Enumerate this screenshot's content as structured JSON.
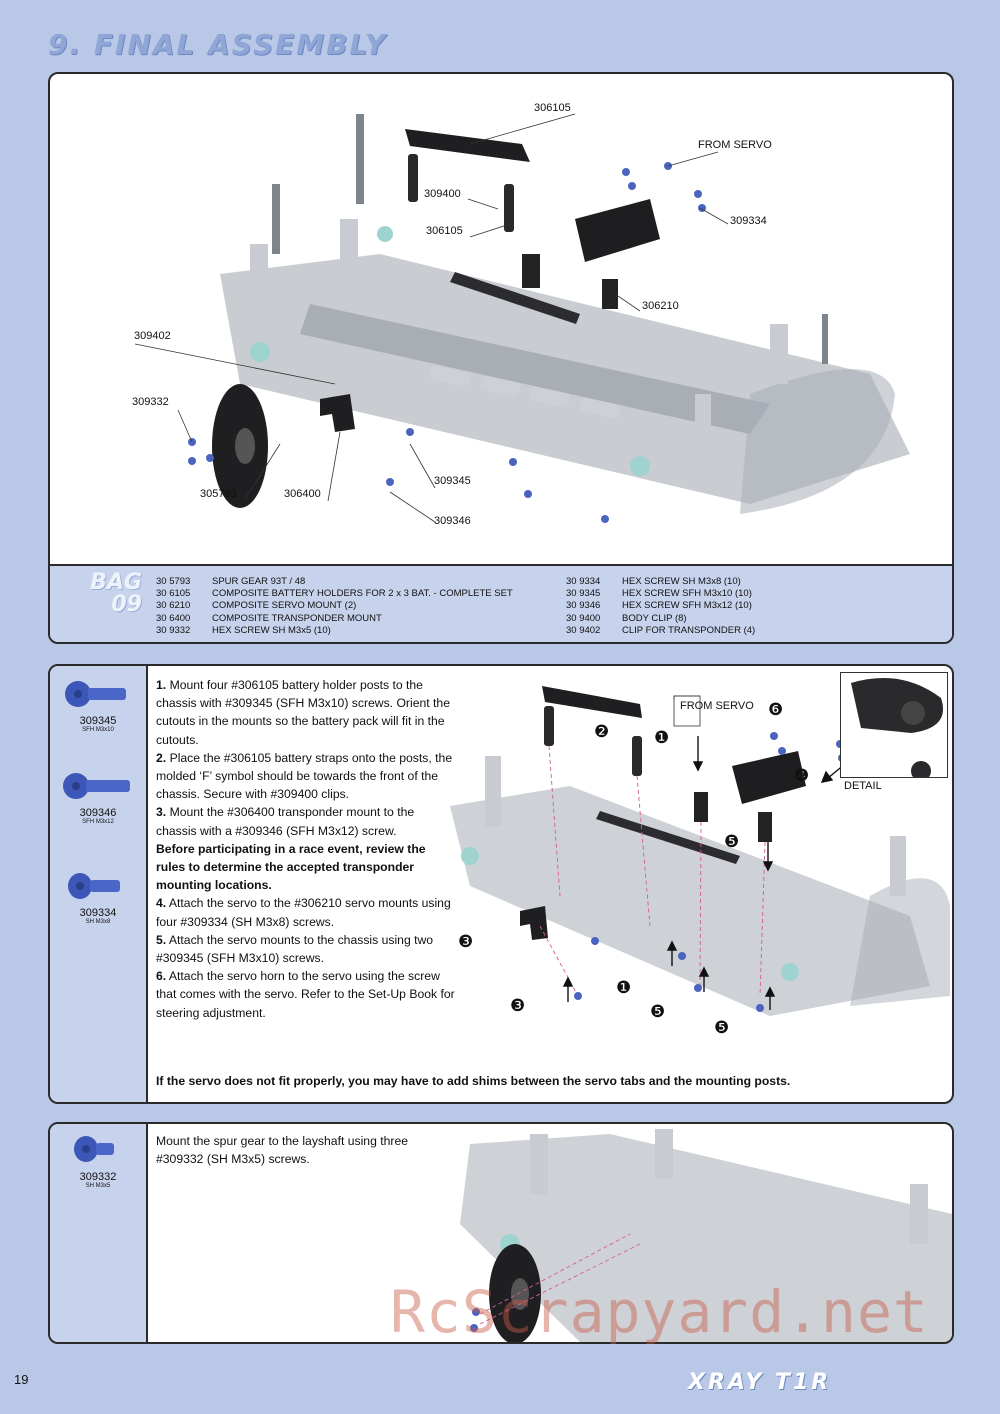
{
  "page": {
    "title": "9. FINAL ASSEMBLY",
    "number": "19",
    "logo_text": "XRAY T1R",
    "watermark": "RcScrapyard.net"
  },
  "panel1": {
    "labels": {
      "l306105a": "306105",
      "from_servo": "FROM SERVO",
      "l309400": "309400",
      "l306105b": "306105",
      "l309334": "309334",
      "l306210": "306210",
      "l309402": "309402",
      "l309332": "309332",
      "l305793": "305793",
      "l306400": "306400",
      "l309345": "309345",
      "l309346": "309346"
    },
    "bag": {
      "label_top": "BAG",
      "label_bottom": "09",
      "left_items": [
        {
          "code": "30 5793",
          "desc": "SPUR GEAR 93T / 48"
        },
        {
          "code": "30 6105",
          "desc": "COMPOSITE BATTERY HOLDERS FOR 2 x 3 BAT. - COMPLETE SET"
        },
        {
          "code": "30 6210",
          "desc": "COMPOSITE SERVO MOUNT (2)"
        },
        {
          "code": "30 6400",
          "desc": "COMPOSITE TRANSPONDER MOUNT"
        },
        {
          "code": "30 9332",
          "desc": "HEX SCREW  SH M3x5 (10)"
        }
      ],
      "right_items": [
        {
          "code": "30 9334",
          "desc": "HEX SCREW  SH M3x8  (10)"
        },
        {
          "code": "30 9345",
          "desc": "HEX SCREW  SFH M3x10 (10)"
        },
        {
          "code": "30 9346",
          "desc": "HEX SCREW  SFH M3x12 (10)"
        },
        {
          "code": "30 9400",
          "desc": "BODY CLIP (8)"
        },
        {
          "code": "30 9402",
          "desc": "CLIP FOR TRANSPONDER (4)"
        }
      ]
    }
  },
  "panel2": {
    "screws": [
      {
        "num": "309345",
        "sub": "SFH M3x10"
      },
      {
        "num": "309346",
        "sub": "SFH M3x12"
      },
      {
        "num": "309334",
        "sub": "SH M3x8"
      }
    ],
    "steps": [
      {
        "n": "1.",
        "text": "Mount four #306105 battery holder posts to the chassis with #309345 (SFH M3x10) screws. Orient the cutouts in the mounts so the battery pack will fit in the cutouts."
      },
      {
        "n": "2.",
        "text": "Place the #306105 battery straps onto the posts, the molded ‘F’ symbol should be towards the front of the chassis. Secure with #309400 clips."
      },
      {
        "n": "3.",
        "text": "Mount the #306400 transponder mount to the chassis with a #309346 (SFH M3x12) screw."
      },
      {
        "n": "",
        "text": "Before participating in a race event, review the rules to determine the accepted transponder mounting locations.",
        "bold": true
      },
      {
        "n": "4.",
        "text": "Attach the servo to the #306210 servo mounts using four #309334 (SH M3x8) screws."
      },
      {
        "n": "5.",
        "text": "Attach the servo mounts to the chassis using two #309345 (SFH M3x10) screws."
      },
      {
        "n": "6.",
        "text": "Attach the servo horn to the servo using the screw that comes with the servo. Refer to the Set-Up Book for steering adjustment."
      }
    ],
    "note": "If the servo does not fit properly, you may have to add shims between the servo tabs and the mounting posts.",
    "from_servo": "FROM SERVO",
    "detail": "DETAIL",
    "markers": [
      "❷",
      "❶",
      "❻",
      "❹",
      "❺",
      "❸",
      "❶",
      "❺",
      "❸",
      "❺"
    ]
  },
  "panel3": {
    "screw": {
      "num": "309332",
      "sub": "SH M3x5"
    },
    "text": "Mount the spur gear to the layshaft using three #309332 (SH M3x5) screws."
  }
}
